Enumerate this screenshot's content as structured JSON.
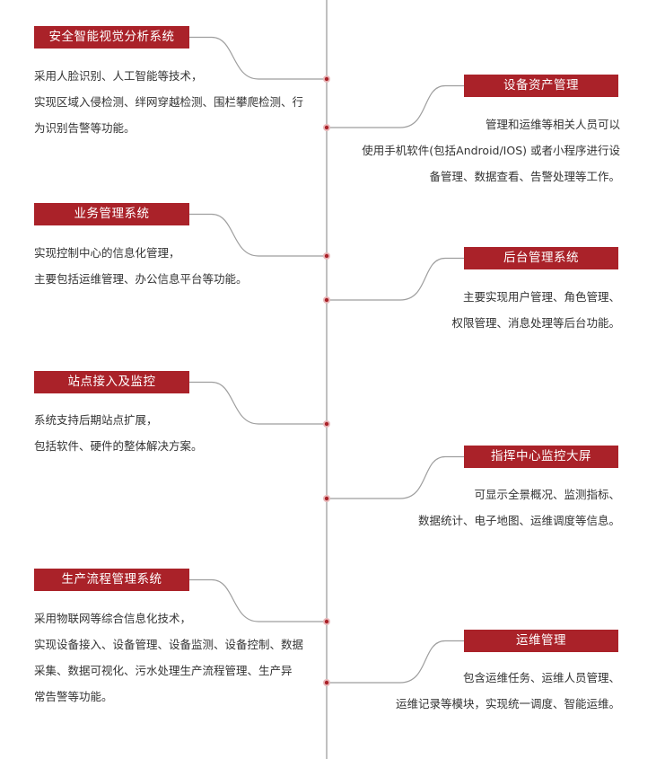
{
  "theme": {
    "accent": "#aa2229",
    "line": "#9e9e9e",
    "text": "#333333"
  },
  "items": [
    {
      "title": "安全智能视觉分析系统",
      "lines": [
        "采用人脸识别、人工智能等技术，",
        "实现区域入侵检测、绊网穿越检测、围栏攀爬检测、行",
        "为识别告警等功能。"
      ]
    },
    {
      "title": "设备资产管理",
      "lines": [
        "管理和运维等相关人员可以",
        "使用手机软件(包括Android/IOS) 或者小程序进行设",
        "备管理、数据查看、告警处理等工作。"
      ]
    },
    {
      "title": "业务管理系统",
      "lines": [
        "实现控制中心的信息化管理，",
        "主要包括运维管理、办公信息平台等功能。"
      ]
    },
    {
      "title": "后台管理系统",
      "lines": [
        "主要实现用户管理、角色管理、",
        "权限管理、消息处理等后台功能。"
      ]
    },
    {
      "title": "站点接入及监控",
      "lines": [
        "系统支持后期站点扩展，",
        "包括软件、硬件的整体解决方案。"
      ]
    },
    {
      "title": "指挥中心监控大屏",
      "lines": [
        "可显示全景概况、监测指标、",
        "数据统计、电子地图、运维调度等信息。"
      ]
    },
    {
      "title": "生产流程管理系统",
      "lines": [
        "采用物联网等综合信息化技术，",
        "实现设备接入、设备管理、设备监测、设备控制、数据",
        "采集、数据可视化、污水处理生产流程管理、生产异",
        "常告警等功能。"
      ]
    },
    {
      "title": "运维管理",
      "lines": [
        "包含运维任务、运维人员管理、",
        "运维记录等模块，实现统一调度、智能运维。"
      ]
    }
  ]
}
